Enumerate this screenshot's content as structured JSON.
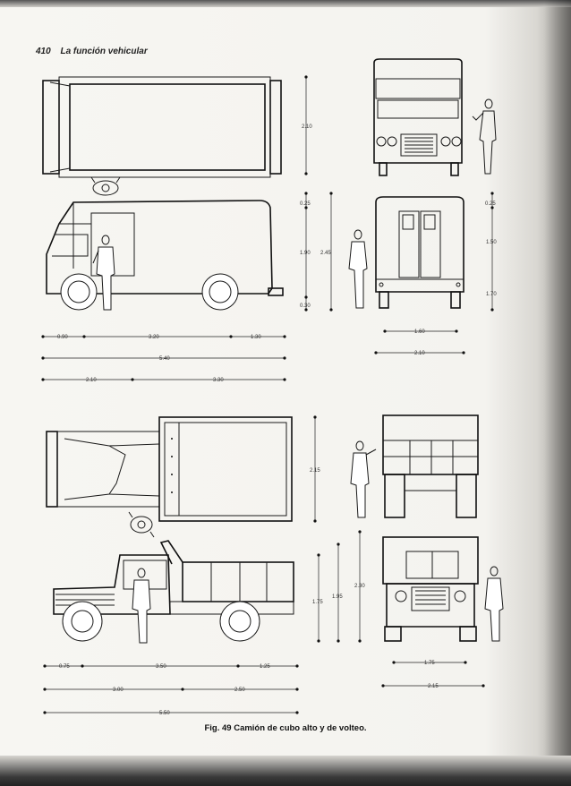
{
  "header": {
    "page_number": "410",
    "title": "La función vehicular"
  },
  "caption": {
    "fig": "Fig. 49",
    "text": "Camión de cubo alto y de volteo."
  },
  "box_truck": {
    "top_height": "2.10",
    "side_roof": "0.25",
    "side_body": "1.90",
    "side_total": "2.45",
    "side_ground": "0.30",
    "rear_roof": "0.25",
    "rear_upper": "1.50",
    "rear_lower": "1.70",
    "rear_width_inner": "1.60",
    "rear_width_outer": "2.10",
    "len_front": "0.90",
    "len_mid": "3.20",
    "len_rear": "1.30",
    "len_total": "5.40",
    "len_a": "2.10",
    "len_b": "3.30"
  },
  "dump_truck": {
    "top_height": "2.15",
    "side_h1": "1.75",
    "side_h2": "1.95",
    "side_h3": "2.30",
    "front_width_inner": "1.75",
    "front_width_outer": "2.15",
    "len_front": "0.75",
    "len_mid": "3.50",
    "len_rear": "1.25",
    "len_a": "3.00",
    "len_b": "2.50",
    "len_total": "5.50"
  }
}
